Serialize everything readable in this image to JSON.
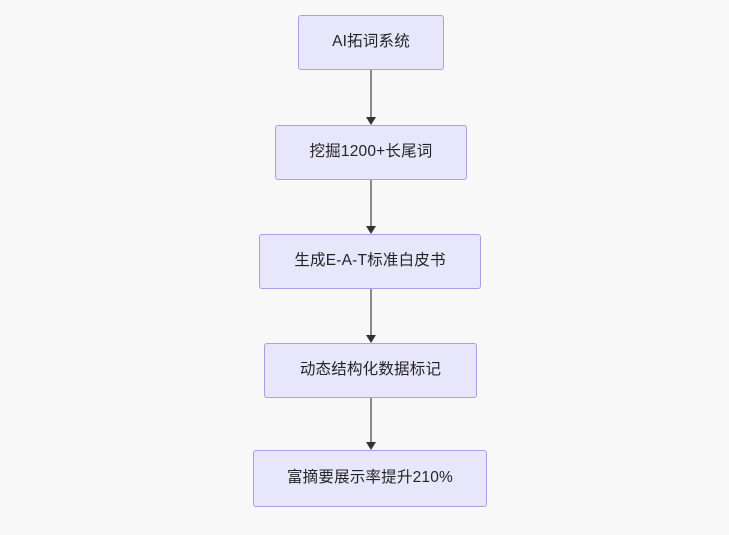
{
  "diagram": {
    "type": "flowchart",
    "direction": "top-to-bottom",
    "background_color": "#f8f8f9",
    "node_fill_color": "#e8e6fb",
    "node_border_color": "#b09ce0",
    "node_text_color": "#242424",
    "edge_line_color": "#8a8a8a",
    "edge_arrow_color": "#333333",
    "nodes": [
      {
        "id": "n1",
        "label": "AI拓词系统"
      },
      {
        "id": "n2",
        "label": "挖掘1200+长尾词"
      },
      {
        "id": "n3",
        "label": "生成E-A-T标准白皮书"
      },
      {
        "id": "n4",
        "label": "动态结构化数据标记"
      },
      {
        "id": "n5",
        "label": "富摘要展示率提升210%"
      }
    ],
    "edges": [
      {
        "from": "n1",
        "to": "n2"
      },
      {
        "from": "n2",
        "to": "n3"
      },
      {
        "from": "n3",
        "to": "n4"
      },
      {
        "from": "n4",
        "to": "n5"
      }
    ]
  }
}
